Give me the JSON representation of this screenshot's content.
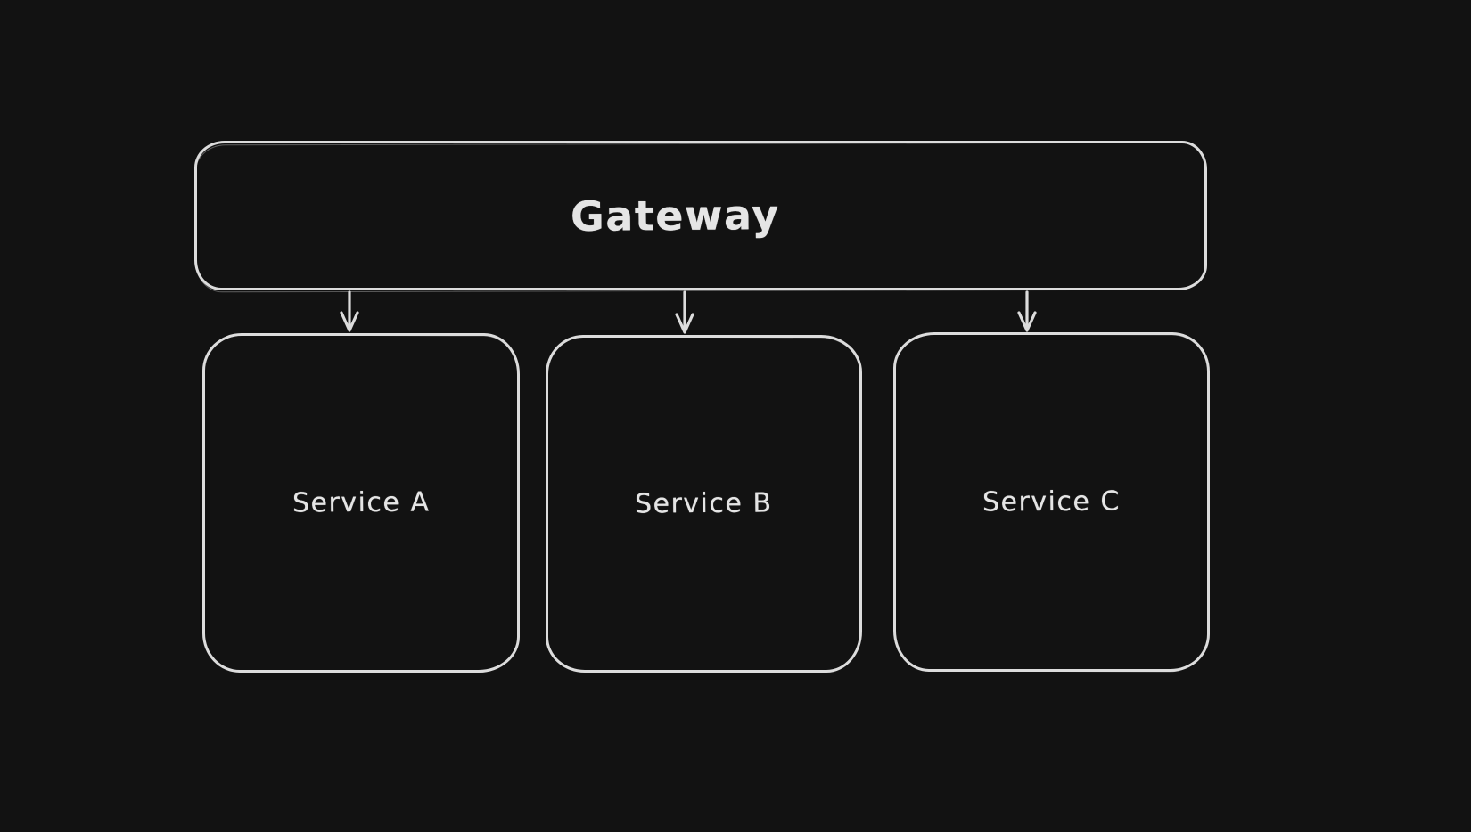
{
  "diagram": {
    "theme": {
      "background_color": "#121212",
      "stroke_color": "#dcdcdc",
      "text_color": "#e5e5e5"
    },
    "gateway": {
      "label": "Gateway"
    },
    "services": [
      {
        "label": "Service A"
      },
      {
        "label": "Service B"
      },
      {
        "label": "Service C"
      }
    ],
    "connections": [
      {
        "from": "Gateway",
        "to": "Service A"
      },
      {
        "from": "Gateway",
        "to": "Service B"
      },
      {
        "from": "Gateway",
        "to": "Service C"
      }
    ]
  }
}
